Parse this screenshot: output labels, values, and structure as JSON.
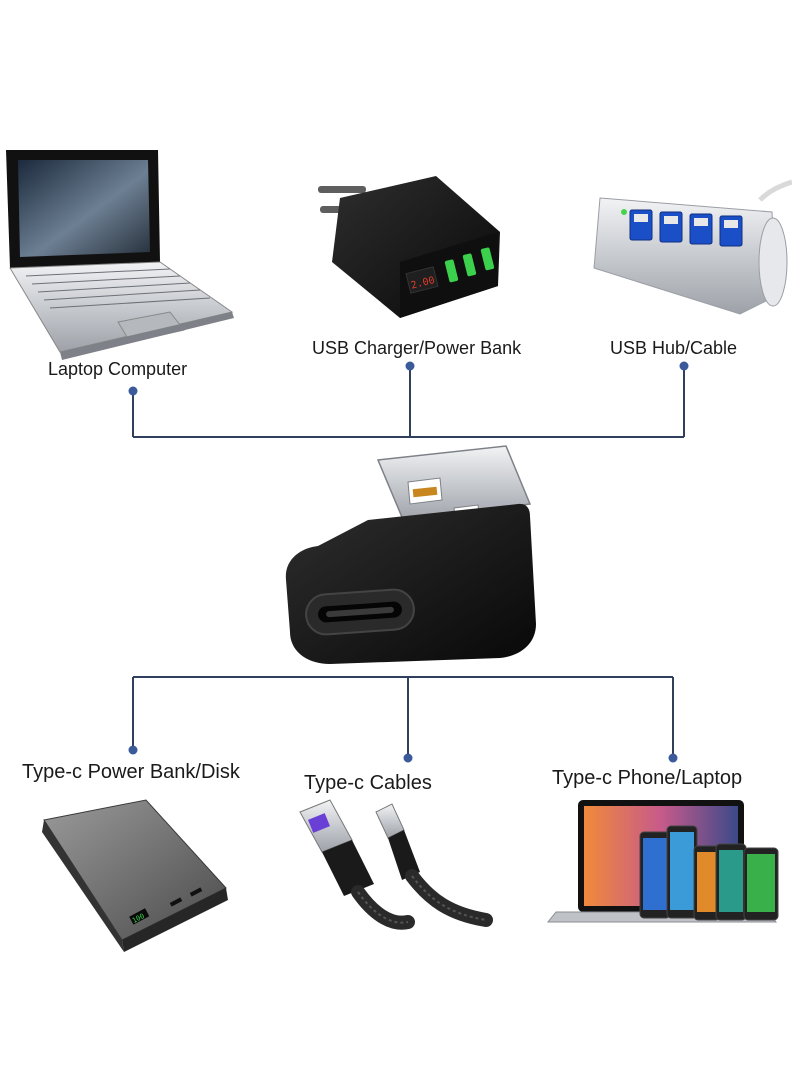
{
  "hub": {
    "icon": "usb-a-to-type-c-adapter"
  },
  "top_devices": [
    {
      "label": "Laptop Computer",
      "icon": "laptop-icon"
    },
    {
      "label": "USB Charger/Power Bank",
      "icon": "wall-charger-icon"
    },
    {
      "label": "USB Hub/Cable",
      "icon": "usb-hub-icon"
    }
  ],
  "bottom_devices": [
    {
      "label": "Type-c Power Bank/Disk",
      "icon": "power-bank-icon"
    },
    {
      "label": "Type-c Cables",
      "icon": "usb-cables-icon"
    },
    {
      "label": "Type-c Phone/Laptop",
      "icon": "phone-laptop-icon"
    }
  ],
  "colors": {
    "connector_line": "#2f3f5c",
    "connector_dot": "#3a5a9a",
    "adapter_body": "#141414",
    "metal": "#c9ccd1"
  },
  "charger_display": "2.00"
}
